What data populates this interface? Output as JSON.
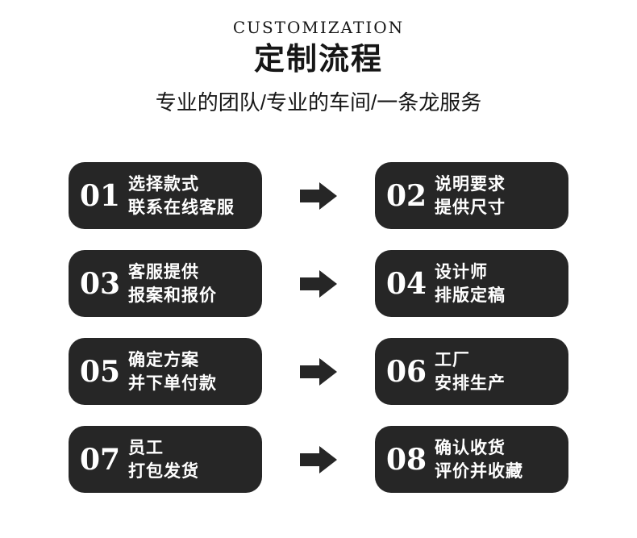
{
  "header": {
    "eyebrow": "CUSTOMIZATION",
    "title": "定制流程",
    "subtitle": "专业的团队/专业的车间/一条龙服务"
  },
  "colors": {
    "page_bg": "#ffffff",
    "box_bg": "#262626",
    "box_text": "#ffffff",
    "heading_text": "#161616",
    "arrow_color": "#262626"
  },
  "icons": {
    "between_steps": "right-arrow-icon"
  },
  "steps": [
    {
      "number": "01",
      "line1": "选择款式",
      "line2": "联系在线客服"
    },
    {
      "number": "02",
      "line1": "说明要求",
      "line2": "提供尺寸"
    },
    {
      "number": "03",
      "line1": "客服提供",
      "line2": "报案和报价"
    },
    {
      "number": "04",
      "line1": "设计师",
      "line2": "排版定稿"
    },
    {
      "number": "05",
      "line1": "确定方案",
      "line2": "并下单付款"
    },
    {
      "number": "06",
      "line1": "工厂",
      "line2": "安排生产"
    },
    {
      "number": "07",
      "line1": "员工",
      "line2": "打包发货"
    },
    {
      "number": "08",
      "line1": "确认收货",
      "line2": "评价并收藏"
    }
  ]
}
